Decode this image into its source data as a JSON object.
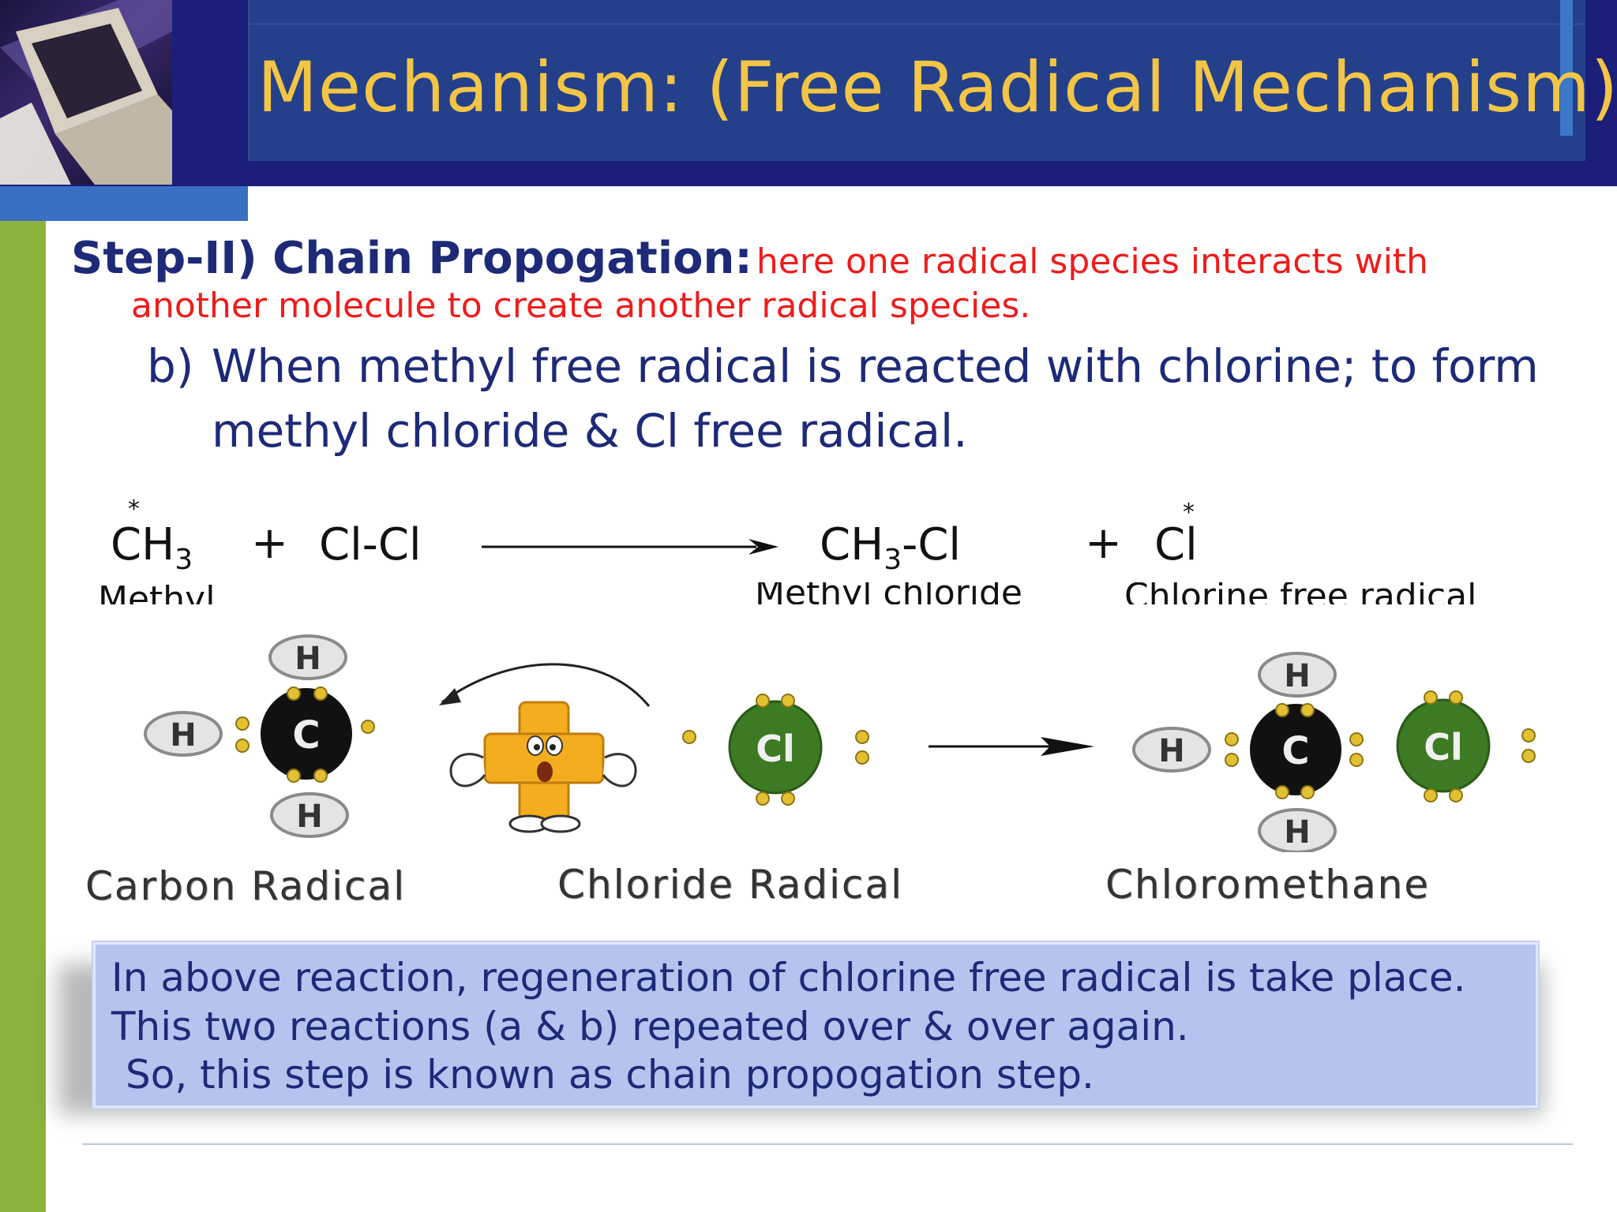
{
  "slide": {
    "title": "Mechanism: (Free Radical Mechanism)",
    "step_heading": "Step-II) Chain Propogation:",
    "step_desc_line1": "here one radical species interacts with",
    "step_desc_line2": "another molecule to create another radical species.",
    "b_label": "b)",
    "b_line1": "When methyl free radical is reacted with chlorine; to form",
    "b_line2": "methyl chloride & Cl free radical."
  },
  "equation": {
    "star": "*",
    "reactant1": "CH",
    "reactant1_sub": "3",
    "plus": "+",
    "reactant2": "Cl-Cl",
    "product1_a": "CH",
    "product1_sub": "3",
    "product1_b": "-Cl",
    "product2": "Cl",
    "label_reactant1": "Methyl",
    "label_product1": "Methyl chloride",
    "label_product2": "Chlorine free radical"
  },
  "diagram": {
    "carbon_radical_label": "Carbon Radical",
    "chloride_radical_label": "Chloride Radical",
    "chloromethane_label": "Chloromethane",
    "atom_h": "H",
    "atom_c": "C",
    "atom_cl": "Cl"
  },
  "summary": {
    "line1": "In above reaction, regeneration of chlorine free radical is take place.",
    "line2": "This two reactions (a & b) repeated over & over again.",
    "line3": "So, this step is known as chain propogation step."
  },
  "colors": {
    "title": "#f3c546",
    "heading": "#1e2a78",
    "description": "#ee1c1c",
    "summary_box": "#b4c4ef",
    "chlorine_atom": "#3d7a24",
    "carbon_atom": "#111111"
  }
}
